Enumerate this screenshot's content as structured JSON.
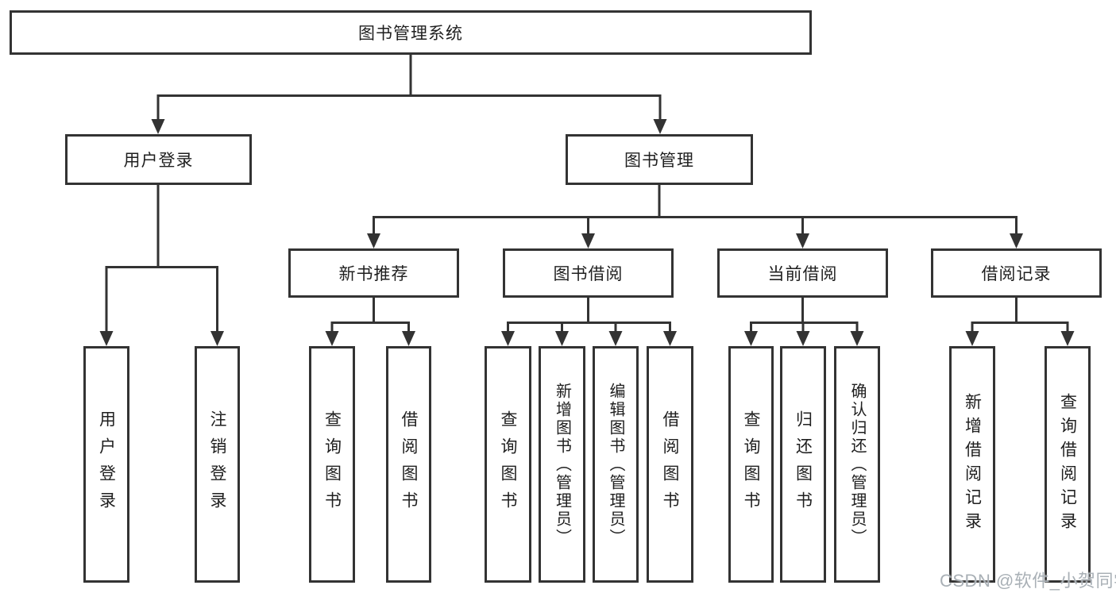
{
  "diagram_type": "hierarchy-tree",
  "nodes": {
    "root": {
      "label": "图书管理系统"
    },
    "level2": [
      {
        "label": "用户登录"
      },
      {
        "label": "图书管理"
      }
    ],
    "level3": [
      {
        "label": "新书推荐",
        "parent": "图书管理"
      },
      {
        "label": "图书借阅",
        "parent": "图书管理"
      },
      {
        "label": "当前借阅",
        "parent": "图书管理"
      },
      {
        "label": "借阅记录",
        "parent": "图书管理"
      }
    ],
    "leaves": [
      {
        "label": "用户登录",
        "parent": "用户登录"
      },
      {
        "label": "注销登录",
        "parent": "用户登录"
      },
      {
        "label": "查询图书",
        "parent": "新书推荐"
      },
      {
        "label": "借阅图书",
        "parent": "新书推荐"
      },
      {
        "label": "查询图书",
        "parent": "图书借阅"
      },
      {
        "label": "新增图书（管理员）",
        "parent": "图书借阅"
      },
      {
        "label": "编辑图书（管理员）",
        "parent": "图书借阅"
      },
      {
        "label": "借阅图书",
        "parent": "图书借阅"
      },
      {
        "label": "查询图书",
        "parent": "当前借阅"
      },
      {
        "label": "归还图书",
        "parent": "当前借阅"
      },
      {
        "label": "确认归还（管理员）",
        "parent": "当前借阅"
      },
      {
        "label": "新增借阅记录",
        "parent": "借阅记录"
      },
      {
        "label": "查询借阅记录",
        "parent": "借阅记录"
      }
    ]
  },
  "watermark": {
    "text": "CSDN @软件_小贺同学",
    "color": "#a9b0b6"
  },
  "colors": {
    "line": "#333333",
    "box_border": "#333333",
    "text": "#1f1f1f",
    "background": "#ffffff"
  }
}
